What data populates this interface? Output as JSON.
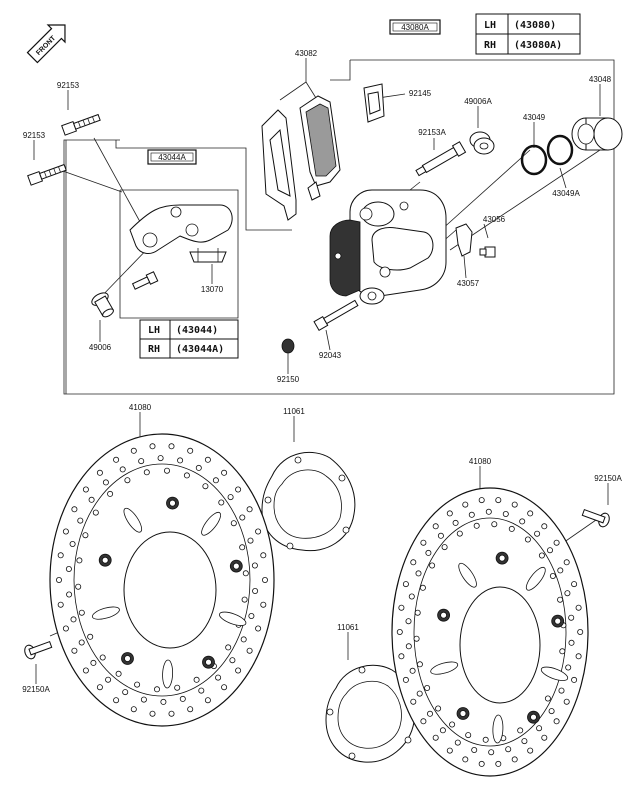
{
  "front_label": "FRONT",
  "callouts": {
    "p43082": "43082",
    "p43080A": "43080A",
    "p92145": "92145",
    "p49006A": "49006A",
    "p43048": "43048",
    "p92153_top": "92153",
    "p92153_mid": "92153",
    "p92153A": "92153A",
    "p43049": "43049",
    "p43049A": "43049A",
    "p43044A": "43044A",
    "p43056": "43056",
    "p43057": "43057",
    "p13070": "13070",
    "p49006": "49006",
    "p92043": "92043",
    "p92150": "92150",
    "p41080_left": "41080",
    "p11061_top": "11061",
    "p41080_right": "41080",
    "p92150A_right": "92150A",
    "p11061_bottom": "11061",
    "p92150A_left": "92150A"
  },
  "table_caliper": {
    "rows": [
      {
        "side": "LH",
        "part": "(43080)"
      },
      {
        "side": "RH",
        "part": "(43080A)"
      }
    ]
  },
  "table_bracket": {
    "rows": [
      {
        "side": "LH",
        "part": "(43044)"
      },
      {
        "side": "RH",
        "part": "(43044A)"
      }
    ]
  }
}
